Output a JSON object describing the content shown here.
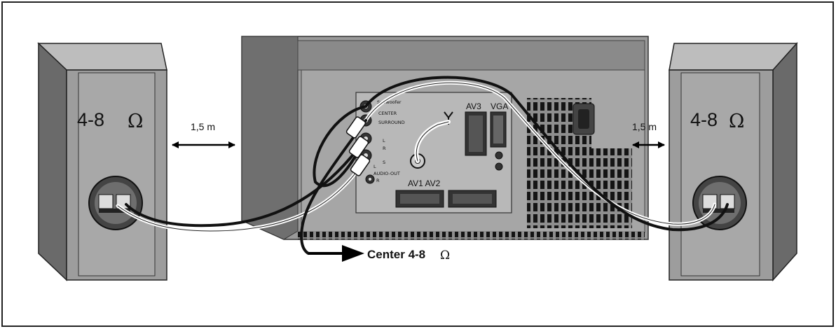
{
  "left_speaker": {
    "impedance": "4-8",
    "unit": "Ω"
  },
  "right_speaker": {
    "impedance": "4-8",
    "unit": "Ω"
  },
  "left_distance": "1,5 m",
  "right_distance": "1,5 m",
  "center_output": {
    "label": "Center 4-8",
    "unit": "Ω"
  },
  "tv_panel": {
    "subwoofer": "Subwoofer",
    "center": "CENTER",
    "surround": "SURROUND",
    "l": "L",
    "r": "R",
    "s": "S",
    "audio_out_l": "L",
    "audio_out": "AUDIO-OUT",
    "audio_out_r": "R",
    "av3": "AV3",
    "vga": "VGA",
    "av1_av2": "AV1 AV2"
  }
}
